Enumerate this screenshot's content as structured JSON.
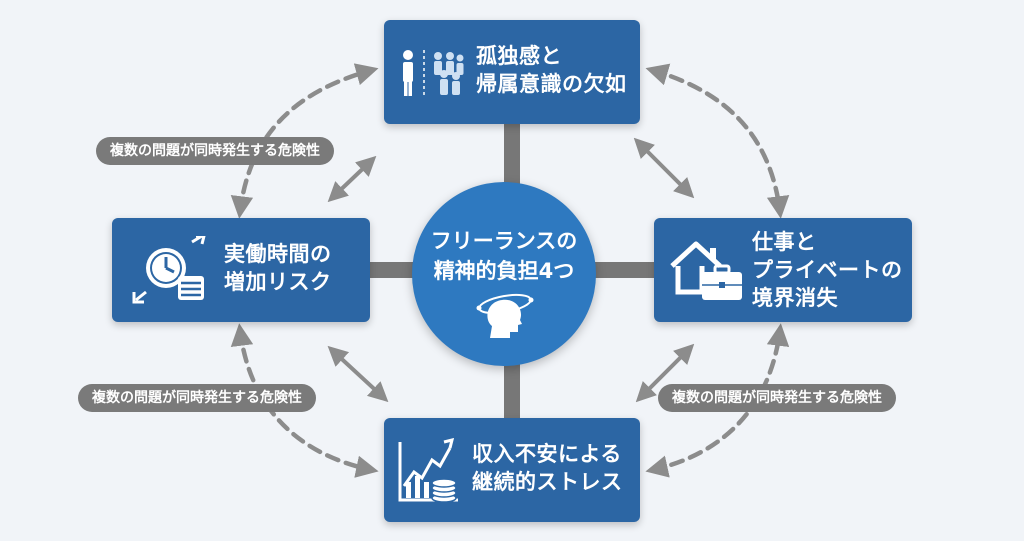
{
  "center": {
    "line1": "フリーランスの",
    "line2": "精神的負担4つ",
    "icon": "head-orbit-icon"
  },
  "nodes": {
    "top": {
      "line1": "孤独感と",
      "line2": "帰属意識の欠如",
      "icon": "person-vs-group-icon"
    },
    "left": {
      "line1": "実働時間の",
      "line2": "増加リスク",
      "icon": "clock-calendar-icon"
    },
    "right": {
      "line1": "仕事と",
      "line2": "プライベートの",
      "line3": "境界消失",
      "icon": "house-briefcase-icon"
    },
    "bottom": {
      "line1": "収入不安による",
      "line2": "継続的ストレス",
      "icon": "chart-coins-icon"
    }
  },
  "pills": {
    "top_left": "複数の問題が同時発生する危険性",
    "bottom_left": "複数の問題が同時発生する危険性",
    "bottom_right": "複数の問題が同時発生する危険性"
  },
  "colors": {
    "box": "#2c66a4",
    "center": "#2e79c0",
    "connector": "#777777",
    "arrow": "#8c8c8c",
    "pill": "#7a7a7a"
  }
}
